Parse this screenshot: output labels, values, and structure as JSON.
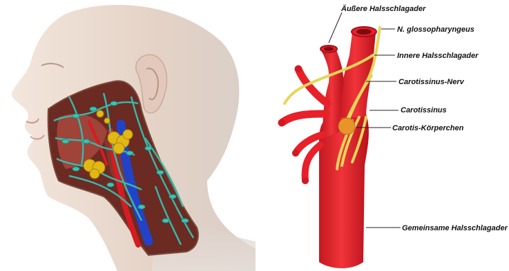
{
  "labels": [
    {
      "id": "aussere",
      "text": "Äußere Halsschlagader"
    },
    {
      "id": "glosso",
      "text": "N. glossopharyngeus"
    },
    {
      "id": "innere",
      "text": "Innere Halsschlagader"
    },
    {
      "id": "nerv",
      "text": "Carotissinus-Nerv"
    },
    {
      "id": "sinus",
      "text": "Carotissinus"
    },
    {
      "id": "koerper",
      "text": "Carotis-Körperchen"
    },
    {
      "id": "gemeinsame",
      "text": "Gemeinsame Halsschlagader"
    }
  ],
  "colors": {
    "artery": "#e8202a",
    "artery_dark": "#b8121b",
    "nerve": "#e6d65a",
    "vein": "#2242c8",
    "lymph": "#37b7a8",
    "node": "#e2b814",
    "skin": "#e9d8cc"
  }
}
